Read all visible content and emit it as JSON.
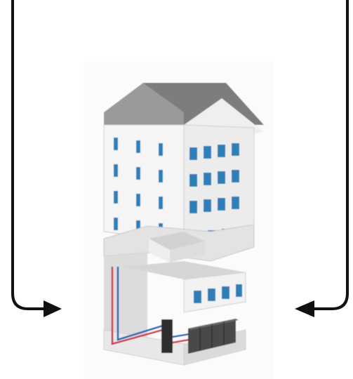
{
  "diagram": {
    "subject": "building-cross-section",
    "arrows": [
      {
        "name": "left-flow-arrow",
        "direction": "down-then-right"
      },
      {
        "name": "right-flow-arrow",
        "direction": "down-then-left"
      }
    ]
  },
  "colors": {
    "background": "#ffffff",
    "arrow": "#111111",
    "wall": "#f4f4f4",
    "wall_shadow": "#d9d9d9",
    "roof": "#8a8a8a",
    "window": "#2f7fb8",
    "pipe_hot": "#d0344a",
    "pipe_cold": "#2a64b5",
    "equipment": "#3b3b3b"
  }
}
